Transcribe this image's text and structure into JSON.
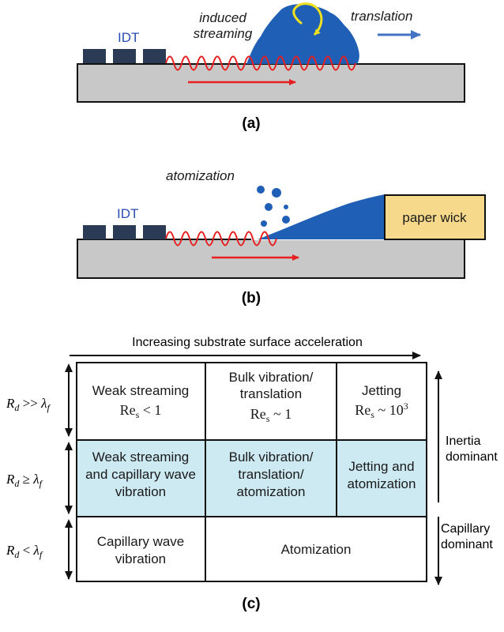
{
  "panel_a": {
    "caption": "(a)",
    "idt_label": "IDT",
    "streaming_label_line1": "induced",
    "streaming_label_line2": "streaming",
    "translation_label": "translation"
  },
  "panel_b": {
    "caption": "(b)",
    "idt_label": "IDT",
    "atomization_label": "atomization",
    "paper_wick_label": "paper wick"
  },
  "panel_c": {
    "caption": "(c)",
    "top_axis_label": "Increasing substrate surface acceleration",
    "rows": [
      {
        "label_main": "R",
        "label_sub": "d",
        "relation": " >> ",
        "lambda_sym": "λ",
        "lambda_sub": "f"
      },
      {
        "label_main": "R",
        "label_sub": "d",
        "relation": " ≥ ",
        "lambda_sym": "λ",
        "lambda_sub": "f"
      },
      {
        "label_main": "R",
        "label_sub": "d",
        "relation": " < ",
        "lambda_sym": "λ",
        "lambda_sub": "f"
      }
    ],
    "cells": {
      "r1c1_line1": "Weak streaming",
      "r1c1_line2": "Re",
      "r1c1_line2_sub": "s",
      "r1c1_line2_rest": " < 1",
      "r1c2_line1": "Bulk vibration/",
      "r1c2_line2": "translation",
      "r1c2_line3": "Re",
      "r1c2_line3_sub": "s",
      "r1c2_line3_rest": " ~ 1",
      "r1c3_line1": "Jetting",
      "r1c3_line2": "Re",
      "r1c3_line2_sub": "s",
      "r1c3_line2_rest": " ~ 10",
      "r1c3_line2_sup": "3",
      "r2c1_line1": "Weak streaming",
      "r2c1_line2": "and capillary wave",
      "r2c1_line3": "vibration",
      "r2c2_line1": "Bulk vibration/",
      "r2c2_line2": "translation/",
      "r2c2_line3": "atomization",
      "r2c3_line1": "Jetting and",
      "r2c3_line2": "atomization",
      "r3c1_line1": "Capillary wave",
      "r3c1_line2": "vibration",
      "r3c23_line1": "Atomization"
    },
    "right_labels": {
      "inertia_line1": "Inertia",
      "inertia_line2": "dominant",
      "capillary_line1": "Capillary",
      "capillary_line2": "dominant"
    },
    "colors": {
      "highlight_row": "#cde9f2",
      "grid": "#111111"
    }
  },
  "colors": {
    "substrate": "#c8c8c8",
    "idt": "#2b3a55",
    "wave": "#e62020",
    "droplet": "#1f5fb5",
    "translation_arrow": "#4472c4",
    "text_blue": "#2a4db3",
    "paper_wick": "#f7d98b"
  }
}
